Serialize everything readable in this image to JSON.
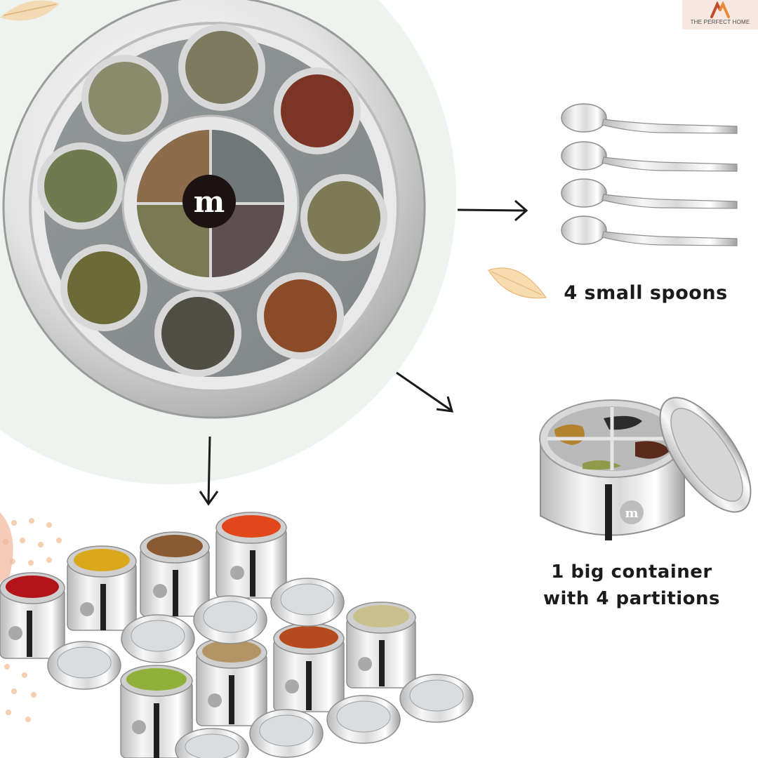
{
  "brand": {
    "name": "THE PERFECT HOME",
    "mark": "M",
    "accent": "#e8893a"
  },
  "callouts": {
    "spoons": "4 small spoons",
    "container_line1": "1 big container",
    "container_line2": "with 4 partitions"
  },
  "product": {
    "lid_logo": "m",
    "jar_logo": "m"
  },
  "colors": {
    "background_blob": "#eef3ef",
    "steel_light": "#f2f2f2",
    "steel_dark": "#9a9a9a",
    "leaf": "#f0c48a",
    "dots": "#f2c7a6"
  },
  "icons": [
    "arrow-right-icon",
    "arrow-down-right-icon",
    "arrow-down-icon",
    "leaf-icon"
  ]
}
